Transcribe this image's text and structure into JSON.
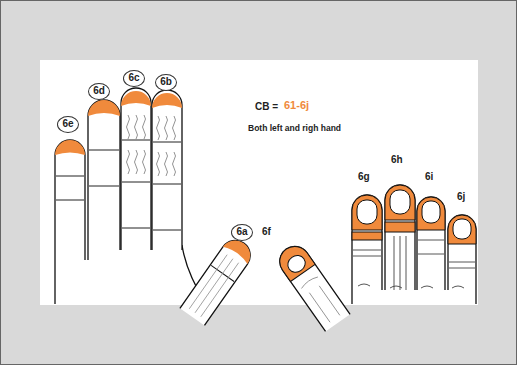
{
  "diagram": {
    "nodes": [
      {
        "text": [
          "6e"
        ]
      },
      {
        "text": [
          "6d"
        ]
      },
      {
        "text": [
          "6c"
        ]
      },
      {
        "text": [
          "6b"
        ]
      },
      {
        "text": [
          "6a"
        ]
      }
    ],
    "labels": [
      "CB =",
      "61-6j",
      "Both left and righ hand",
      "6f",
      "6g",
      "6h",
      "6i",
      "6j"
    ]
  }
}
